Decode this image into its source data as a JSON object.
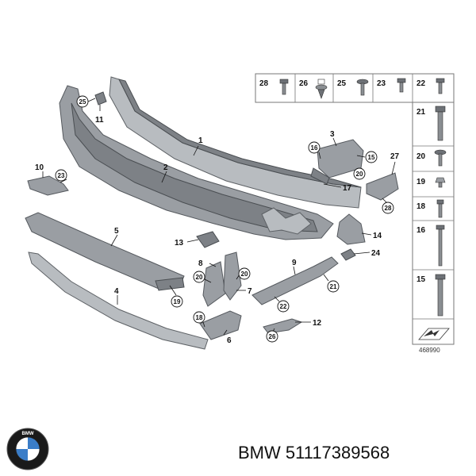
{
  "callouts": {
    "c1": "1",
    "c2": "2",
    "c3": "3",
    "c4": "4",
    "c5": "5",
    "c6": "6",
    "c7": "7",
    "c8": "8",
    "c9": "9",
    "c10": "10",
    "c11": "11",
    "c12": "12",
    "c13": "13",
    "c14": "14",
    "c17": "17",
    "c24": "24",
    "c27": "27"
  },
  "circled": {
    "k25": "25",
    "k23": "23",
    "k16": "16",
    "k15": "15",
    "k20a": "20",
    "k28": "28",
    "k20b": "20",
    "k20c": "20",
    "k19": "19",
    "k18": "18",
    "k21": "21",
    "k22": "22",
    "k26": "26"
  },
  "hardware": {
    "top_row": [
      "28",
      "26",
      "25",
      "23",
      "22"
    ],
    "right_col": [
      "21",
      "20",
      "19",
      "18",
      "16",
      "15"
    ]
  },
  "diagram_ref": "468990",
  "brand_caption": "BMW 51117389568"
}
